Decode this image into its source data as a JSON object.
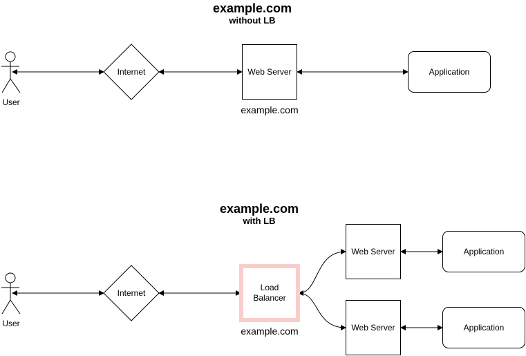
{
  "top": {
    "title": "example.com",
    "subtitle": "without LB",
    "user": "User",
    "internet": "Internet",
    "web_server": "Web Server",
    "web_server_caption": "example.com",
    "application": "Application"
  },
  "bottom": {
    "title": "example.com",
    "subtitle": "with LB",
    "user": "User",
    "internet": "Internet",
    "load_balancer": "Load Balancer",
    "load_balancer_caption": "example.com",
    "web_server_1": "Web Server",
    "web_server_2": "Web Server",
    "application_1": "Application",
    "application_2": "Application"
  },
  "colors": {
    "load_balancer_border": "#f8cecc",
    "stroke": "#000000"
  }
}
